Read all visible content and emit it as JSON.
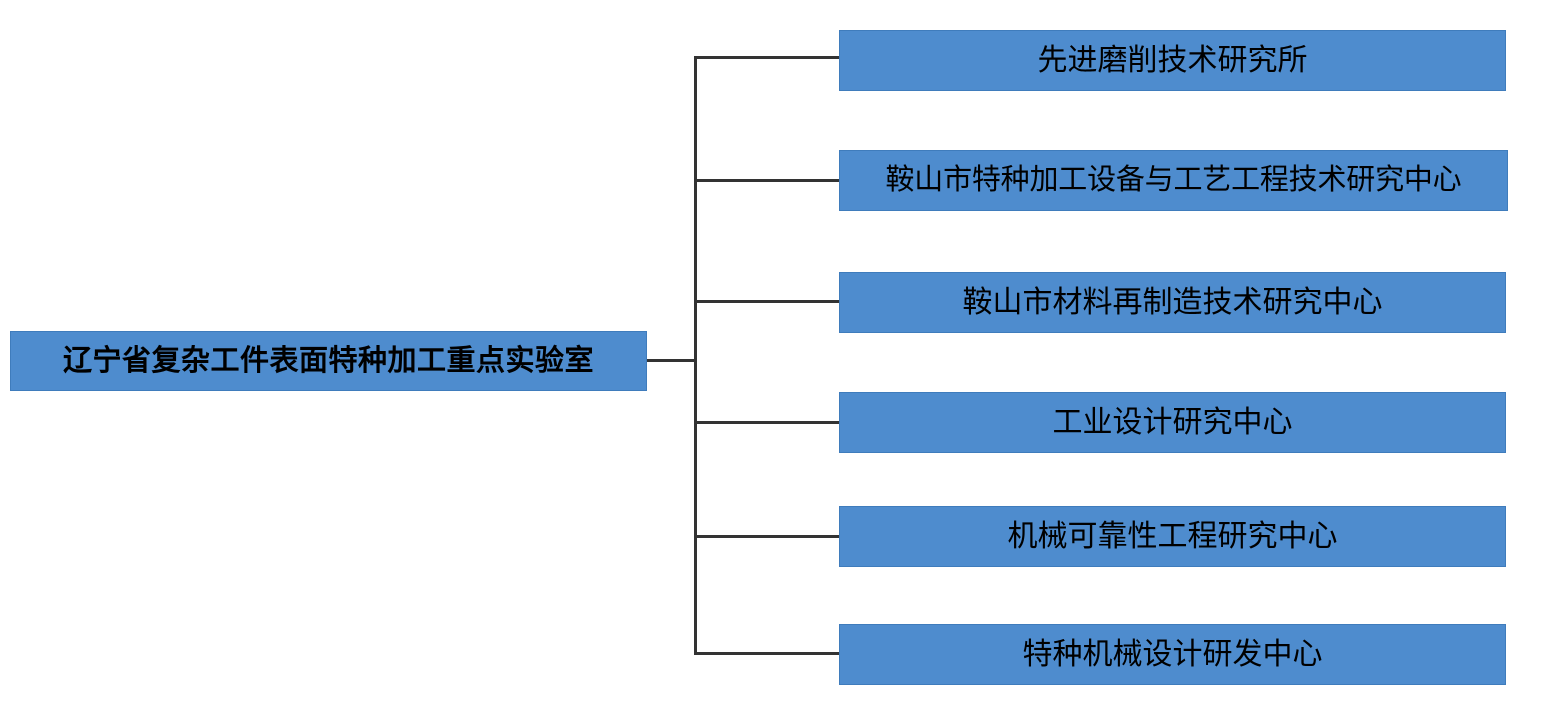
{
  "diagram": {
    "type": "organization-tree",
    "orientation": "left-root-right-children",
    "colors": {
      "node_fill": "#4e8cce",
      "node_border": "#3f7cbc",
      "node_text": "#000000",
      "connector": "#333333",
      "background": "#ffffff"
    },
    "root": {
      "label": "辽宁省复杂工件表面特种加工重点实验室"
    },
    "children": [
      {
        "label": "先进磨削技术研究所"
      },
      {
        "label": "鞍山市特种加工设备与工艺工程技术研究中心"
      },
      {
        "label": "鞍山市材料再制造技术研究中心"
      },
      {
        "label": "工业设计研究中心"
      },
      {
        "label": "机械可靠性工程研究中心"
      },
      {
        "label": "特种机械设计研发中心"
      }
    ]
  }
}
